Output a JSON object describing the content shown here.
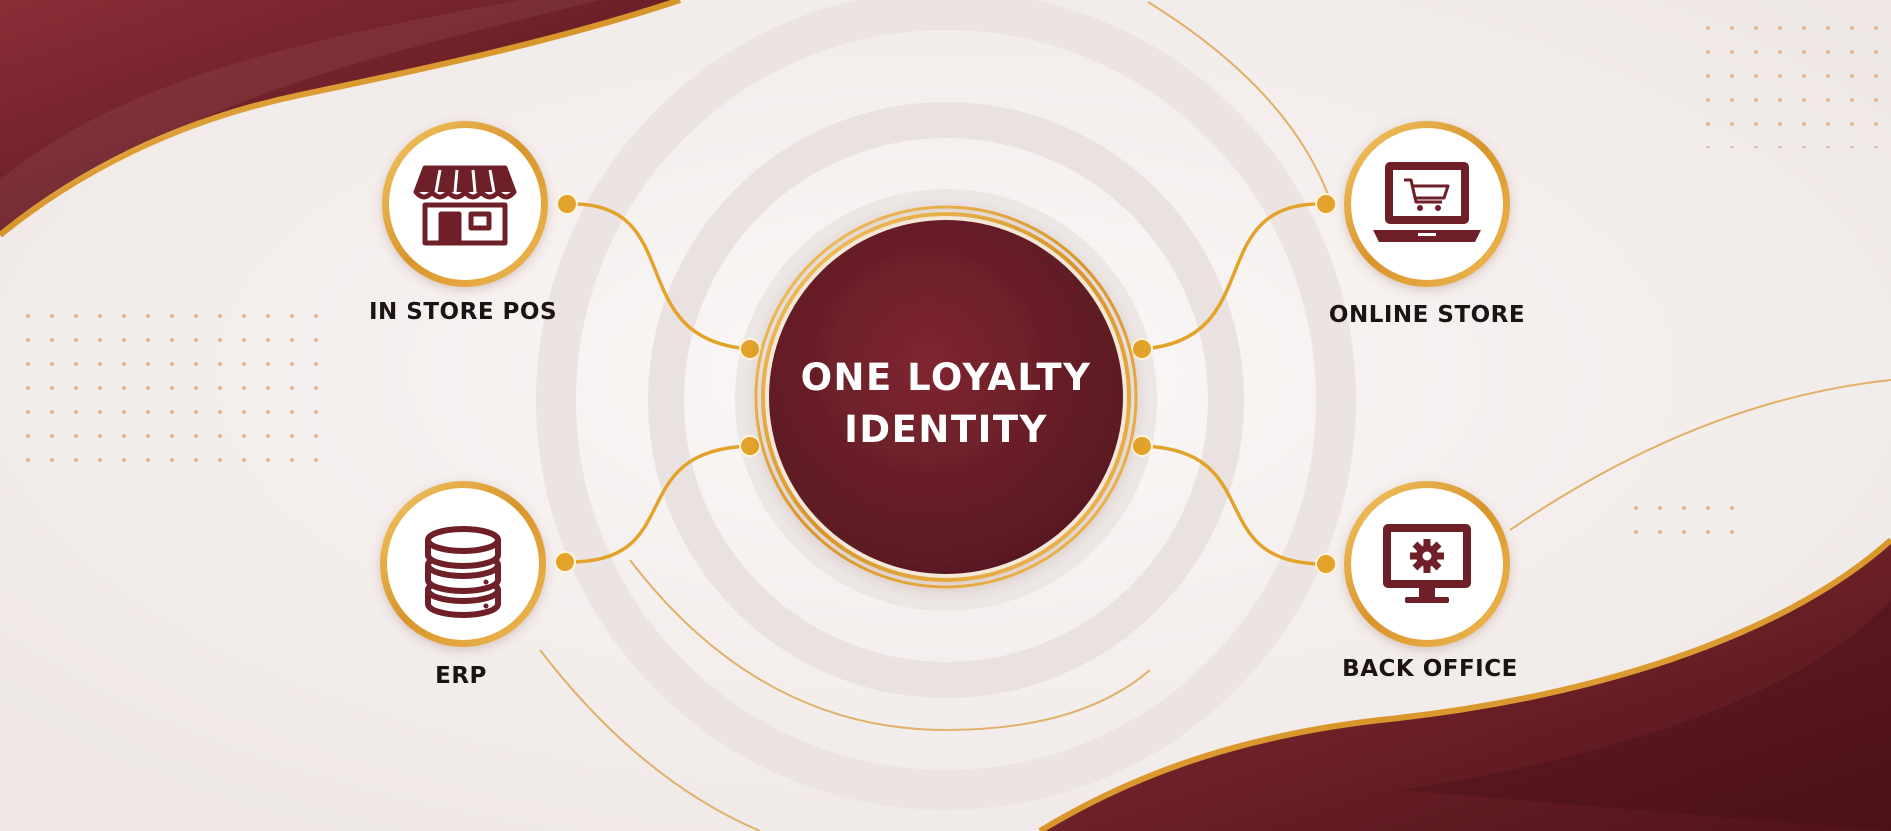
{
  "hub": {
    "line1": "ONE LOYALTY",
    "line2": "IDENTITY"
  },
  "nodes": [
    {
      "label": "IN STORE POS",
      "icon": "storefront-icon"
    },
    {
      "label": "ONLINE STORE",
      "icon": "laptop-cart-icon"
    },
    {
      "label": "ERP",
      "icon": "database-icon"
    },
    {
      "label": "BACK OFFICE",
      "icon": "monitor-gear-icon"
    }
  ],
  "colors": {
    "maroon": "#6e1f27",
    "maroon_dark": "#4f1318",
    "gold": "#e3a32a",
    "background": "#f6f2f1",
    "label": "#1c1414"
  }
}
